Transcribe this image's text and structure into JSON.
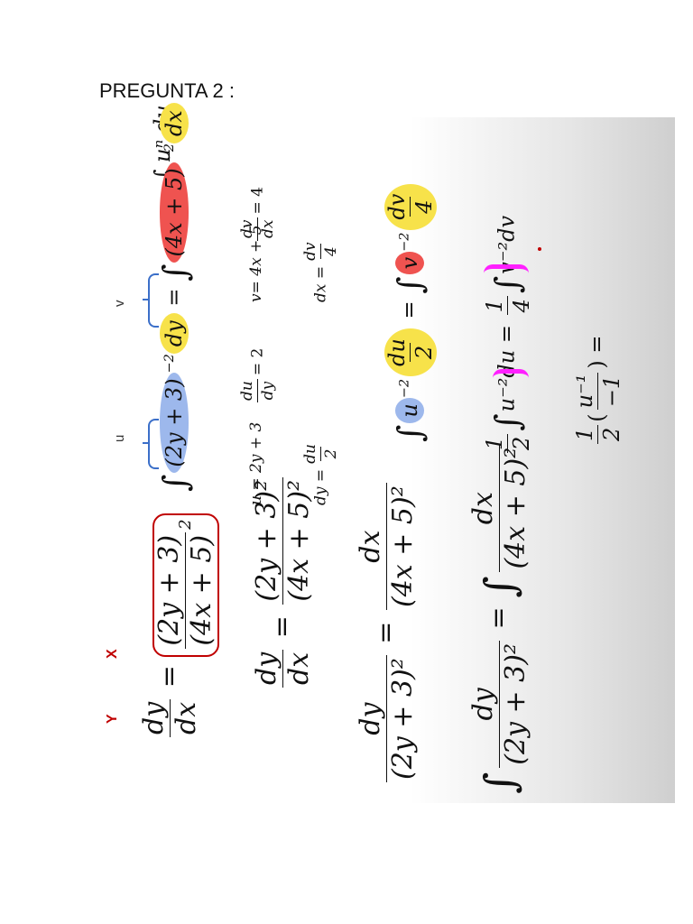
{
  "title": "PREGUNTA 2 :",
  "labels": {
    "y": "Y",
    "x": "X",
    "u": "u",
    "v": "v"
  },
  "eq1": {
    "lhs_num": "dy",
    "lhs_den": "dx",
    "eq": "=",
    "rhs_num": "(2y + 3)",
    "rhs_den": "(4x + 5)",
    "exp": "2"
  },
  "eq2": {
    "lhs_num": "dy",
    "lhs_den": "dx",
    "eq": "=",
    "rhs_num": "(2y + 3)²",
    "rhs_den": "(4x + 5)²"
  },
  "eq3": {
    "lhs_num": "dy",
    "lhs_den": "(2y + 3)²",
    "eq": "=",
    "rhs_num": "dx",
    "rhs_den": "(4x + 5)²"
  },
  "eq4": {
    "lhs_num": "dy",
    "lhs_den": "(2y + 3)²",
    "eq": "=",
    "rhs_num": "dx",
    "rhs_den": "(4x + 5)²"
  },
  "int_general": "∫ uⁿ du",
  "sub_main": {
    "left_base": "(2y + 3)",
    "left_exp": "−2",
    "left_d": "dy",
    "eq": "=",
    "right_base": "(4x + 5)",
    "right_exp": "−2",
    "right_d": "dx"
  },
  "sub_u": {
    "def": "u = 2y + 3",
    "deriv_num": "du",
    "deriv_den": "dy",
    "deriv_val": "= 2",
    "solve_lhs": "dy =",
    "solve_num": "du",
    "solve_den": "2"
  },
  "sub_v": {
    "def": "v= 4x + 5",
    "deriv_num": "dv",
    "deriv_den": "dx",
    "deriv_val": "= 4",
    "solve_lhs": "dx =",
    "solve_num": "dv",
    "solve_den": "4"
  },
  "row3": {
    "u": "u",
    "exp": "−2",
    "du": "du",
    "d2": "2",
    "eq": "=",
    "v": "v",
    "dv": "dv",
    "d4": "4"
  },
  "row4": {
    "c1_num": "1",
    "c1_den": "2",
    "body_left": "u⁻²du",
    "eq": "=",
    "c2_num": "1",
    "c2_den": "4",
    "body_right": "v⁻²dv"
  },
  "row5": {
    "c_num": "1",
    "c_den": "2",
    "inner_num": "u⁻¹",
    "inner_den": "−1",
    "eq": "="
  }
}
